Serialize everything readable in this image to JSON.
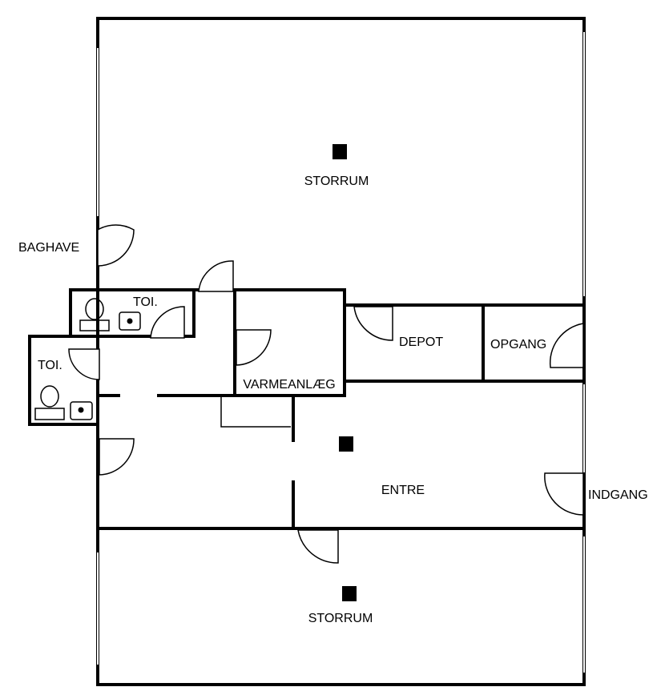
{
  "rooms": {
    "storrum_top": "STORRUM",
    "baghave": "BAGHAVE",
    "toilet_1": "TOI.",
    "toilet_2": "TOI.",
    "varmeanlaeg": "VARMEANLÆG",
    "depot": "DEPOT",
    "opgang": "OPGANG",
    "entre": "ENTRE",
    "indgang": "INDGANG",
    "storrum_bottom": "STORRUM"
  },
  "icons": {
    "pillar": "pillar-icon",
    "door": "door-swing-icon",
    "toilet": "toilet-icon",
    "sink": "sink-icon"
  },
  "colors": {
    "walls": "#000000",
    "background": "#ffffff"
  }
}
